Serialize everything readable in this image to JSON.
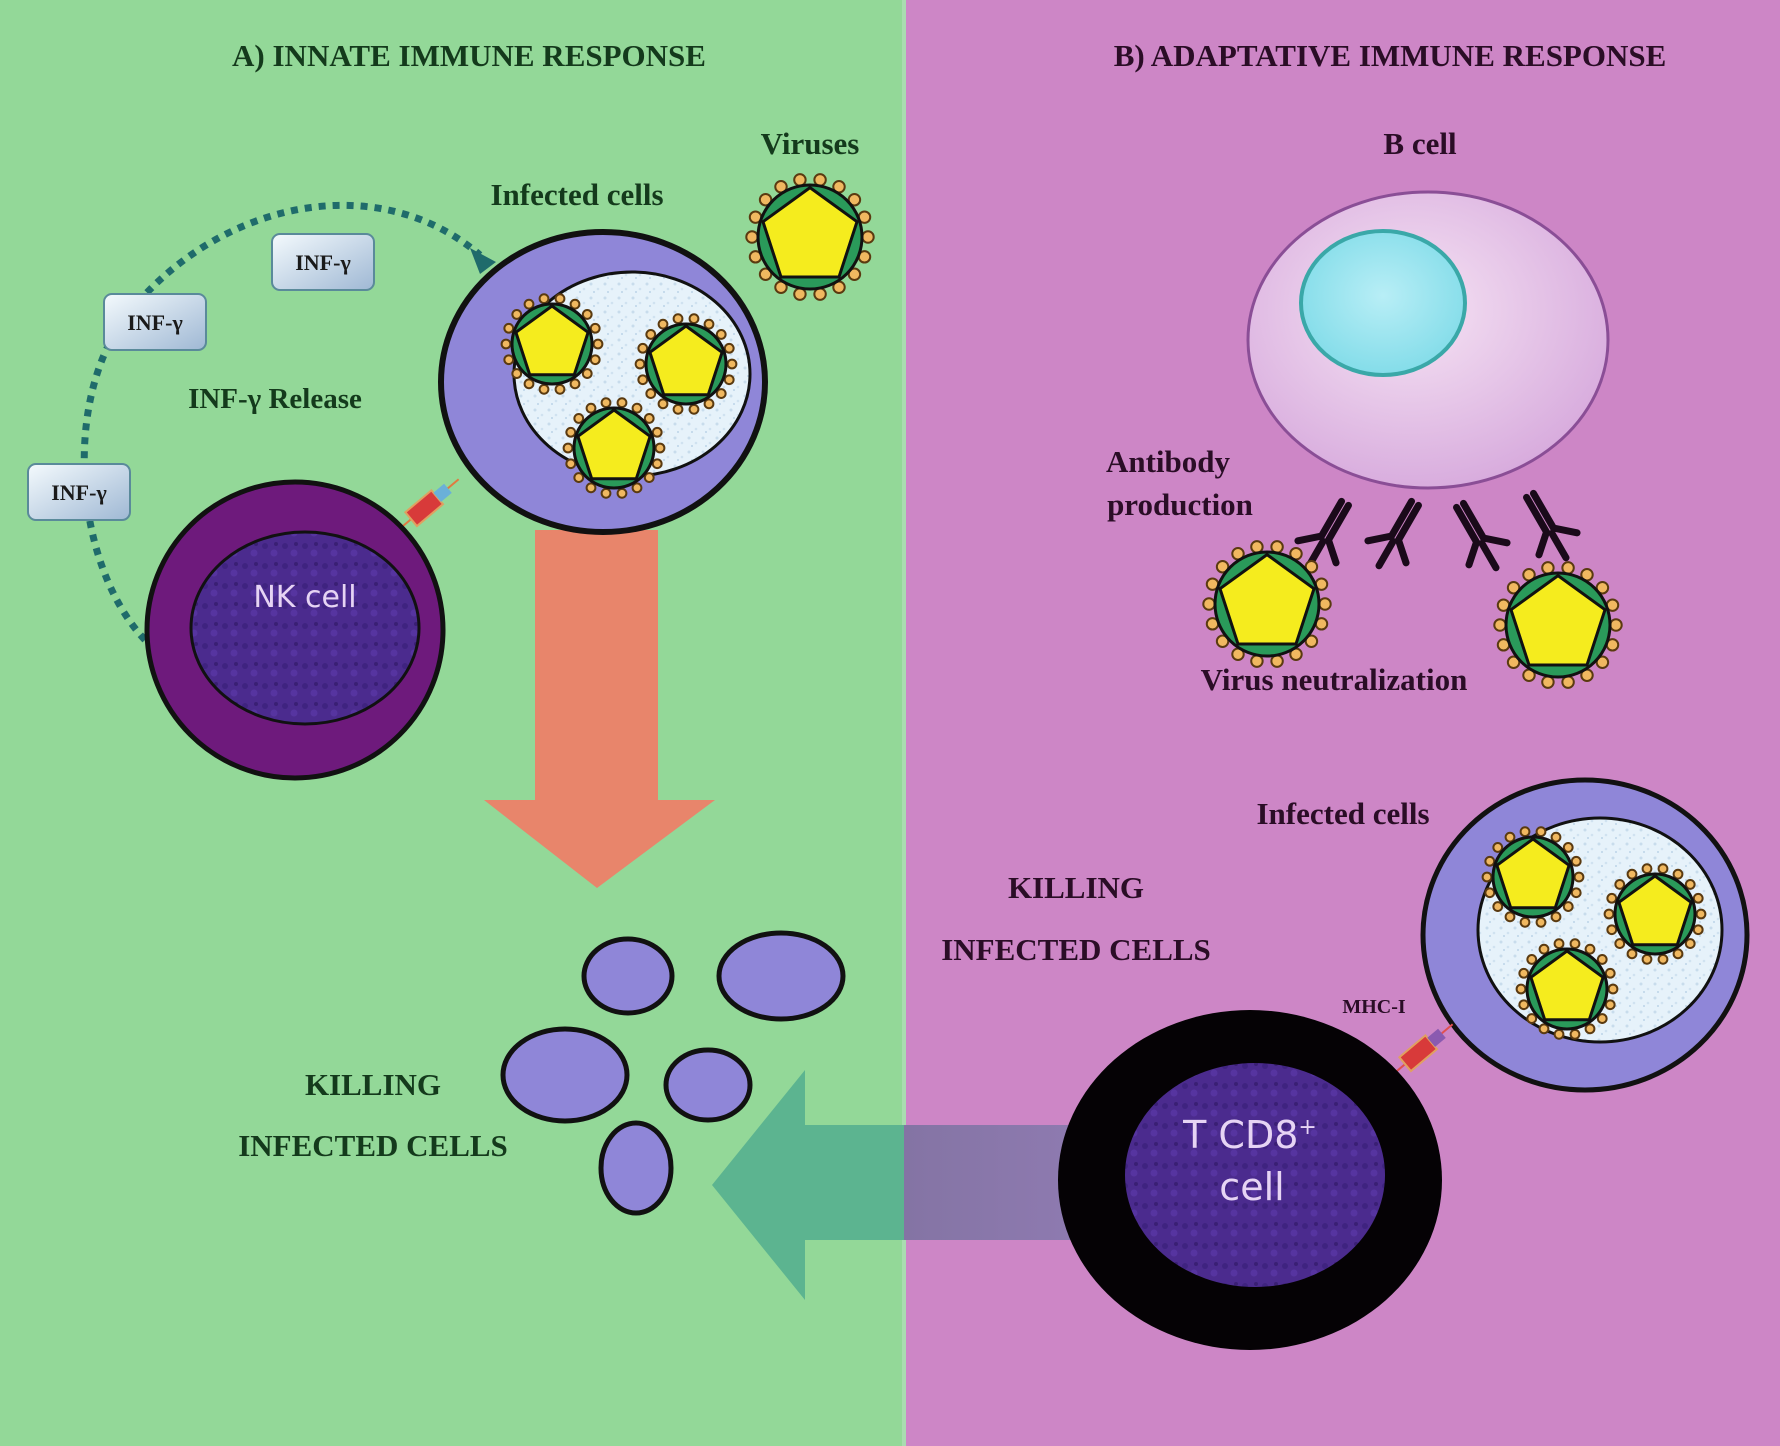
{
  "panels": {
    "innate": {
      "title": "A)  INNATE IMMUNE RESPONSE",
      "background": "#93d898"
    },
    "adaptive": {
      "title": "B)  ADAPTATIVE IMMUNE RESPONSE",
      "background": "#cd86c6"
    }
  },
  "innate": {
    "viruses_label": "Viruses",
    "infected_cells_label": "Infected cells",
    "inf_gamma_tags": [
      "INF-γ",
      "INF-γ",
      "INF-γ"
    ],
    "inf_release_label": "INF-γ Release",
    "nk_cell_label": "NK cell",
    "killing_line1": "KILLING",
    "killing_line2": "INFECTED CELLS"
  },
  "adaptive": {
    "b_cell_label": "B cell",
    "antibody_line1": "Antibody",
    "antibody_line2": "production",
    "neutralization_label": "Virus neutralization",
    "infected_cells_label": "Infected cells",
    "mhc_label": "MHC-I",
    "killing_line1": "KILLING",
    "killing_line2": "INFECTED CELLS",
    "tcell_line1": "T CD8",
    "tcell_sup": "+",
    "tcell_line2": "cell"
  },
  "colors": {
    "green_bg": "#93d898",
    "pink_bg": "#cd86c6",
    "cell_purple": "#8f86d8",
    "nk_outer": "#6e1a7c",
    "nucleus_dark": "#4a2a8c",
    "virus_capsid": "#f5ec1e",
    "virus_envelope": "#2a9a5a",
    "arrow_orange": "#e8856b",
    "arrow_teal": "#5cb490",
    "dotted_arrow": "#1f6b6b"
  }
}
